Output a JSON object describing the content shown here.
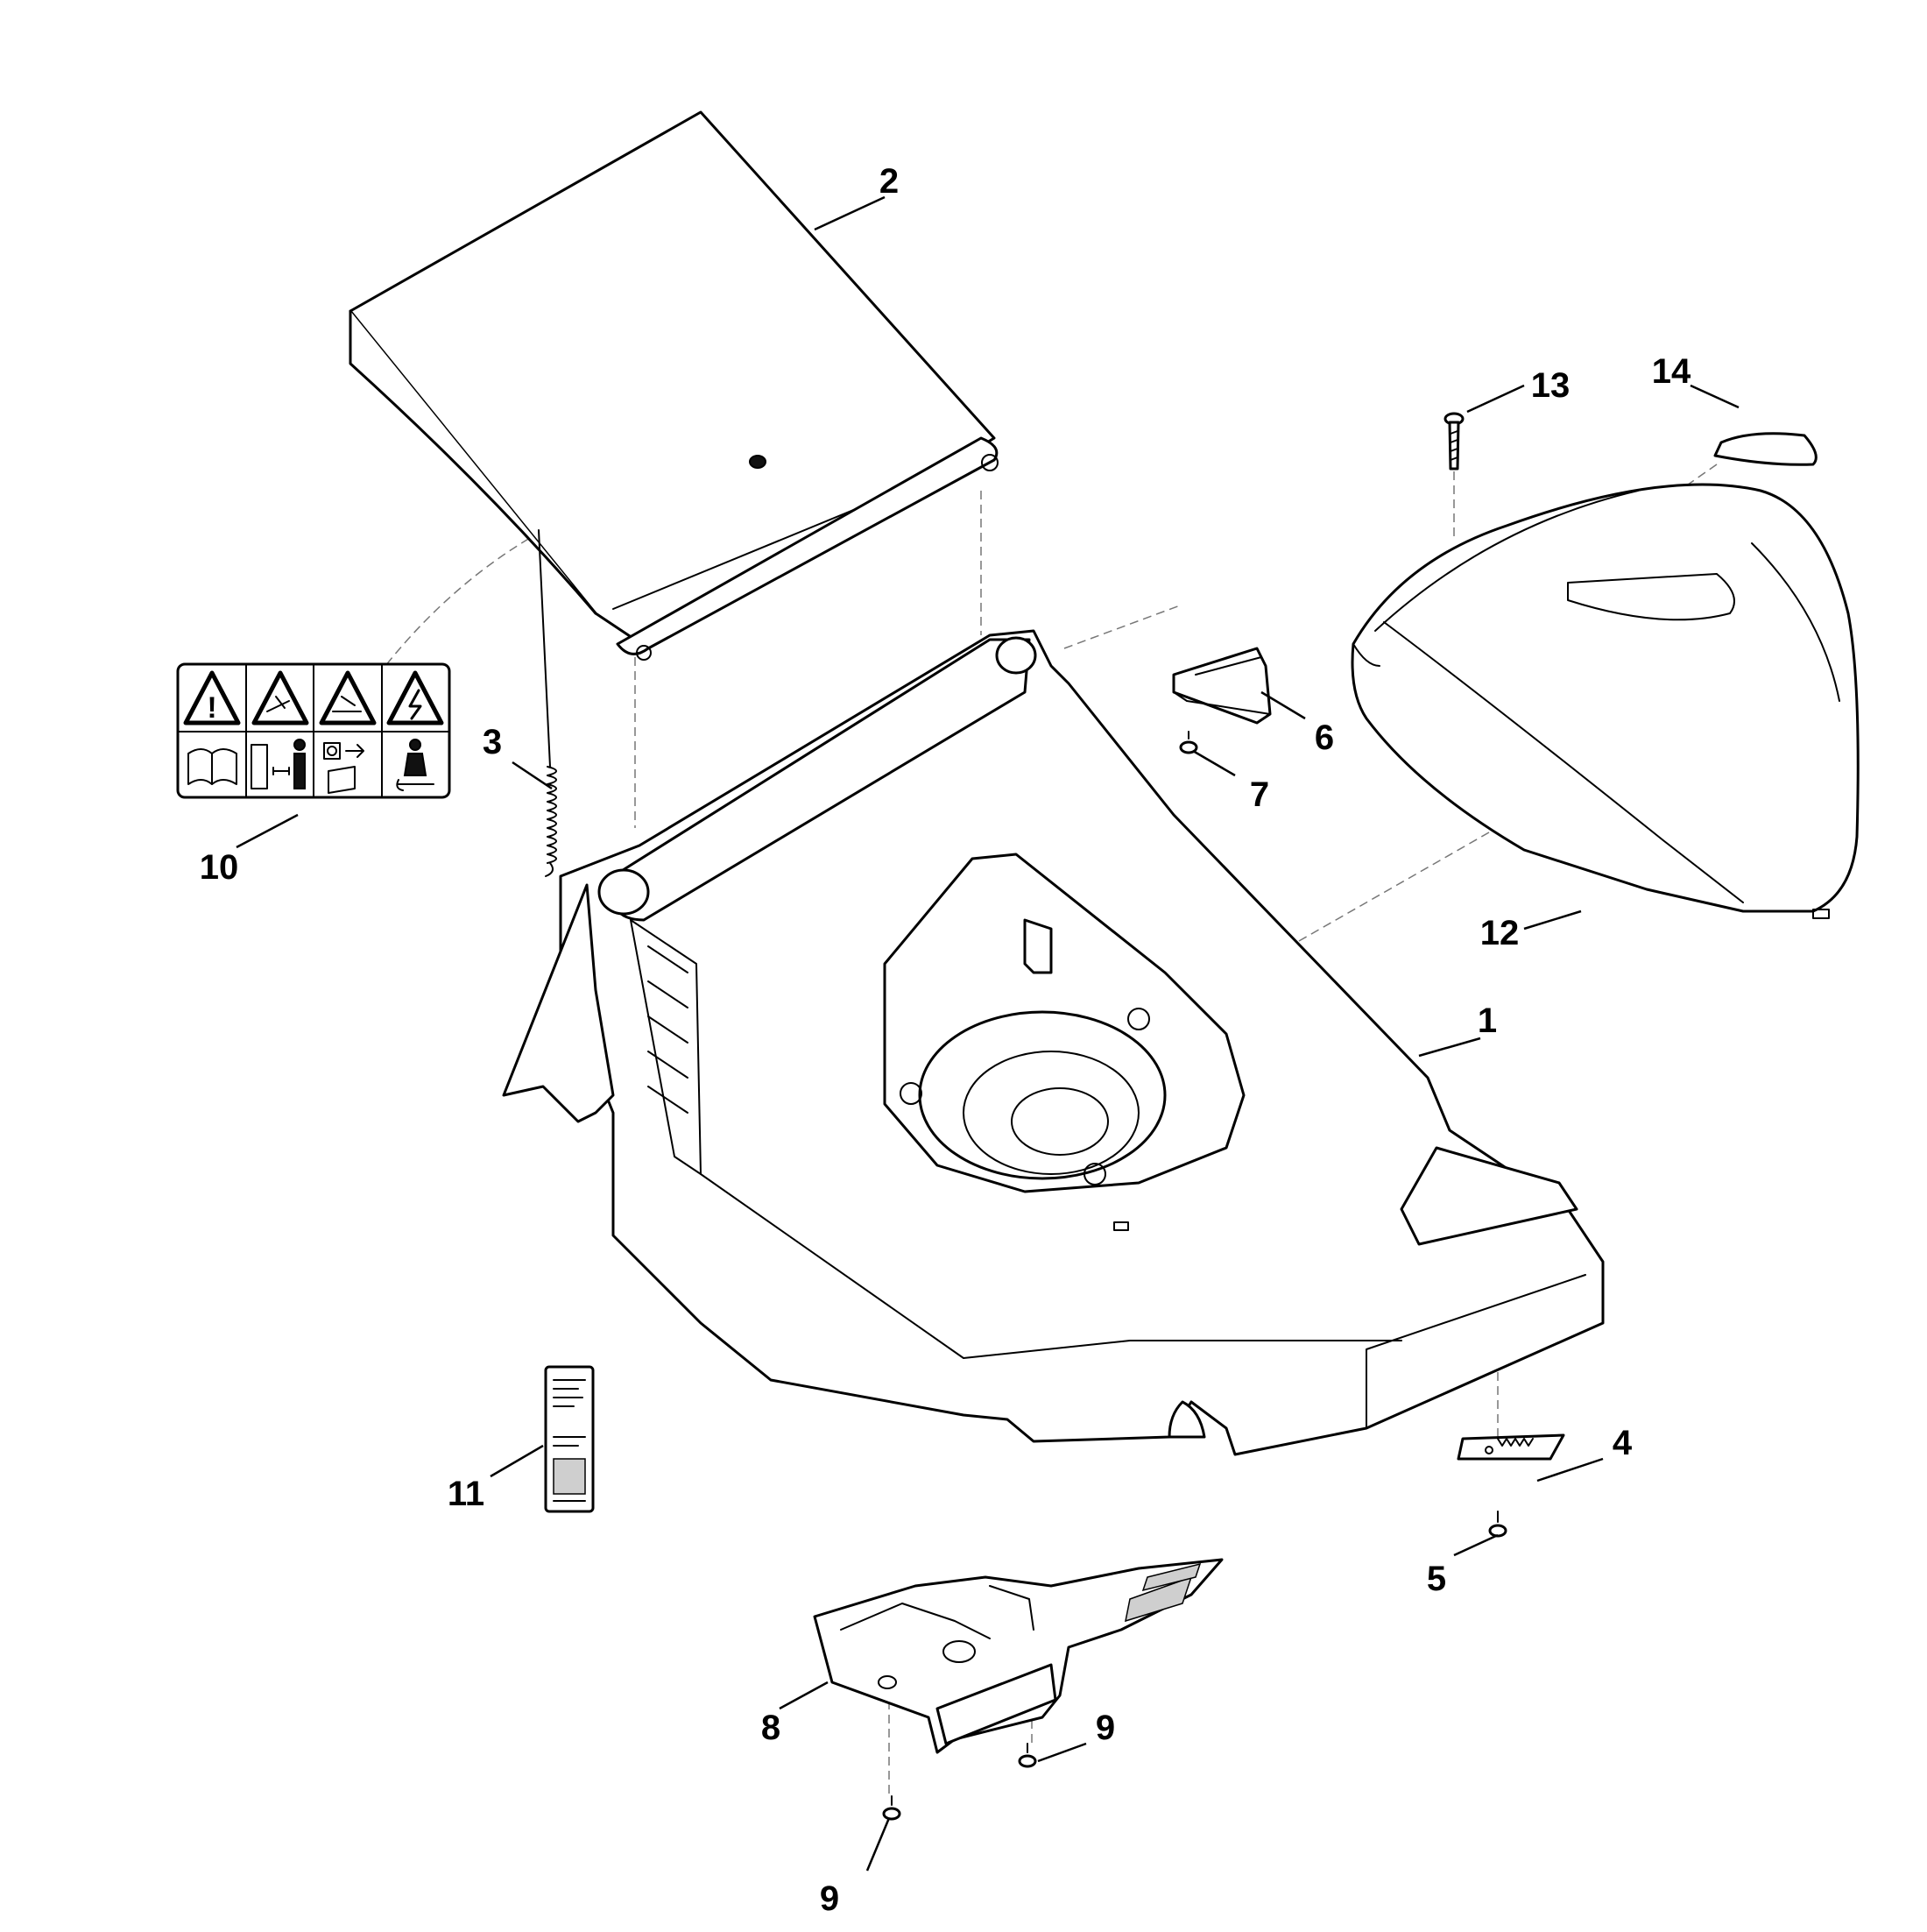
{
  "diagram": {
    "callouts": [
      {
        "id": "1",
        "label": "1"
      },
      {
        "id": "2",
        "label": "2"
      },
      {
        "id": "3",
        "label": "3"
      },
      {
        "id": "4",
        "label": "4"
      },
      {
        "id": "5",
        "label": "5"
      },
      {
        "id": "6",
        "label": "6"
      },
      {
        "id": "7",
        "label": "7"
      },
      {
        "id": "8",
        "label": "8"
      },
      {
        "id": "9a",
        "label": "9"
      },
      {
        "id": "9b",
        "label": "9"
      },
      {
        "id": "10",
        "label": "10"
      },
      {
        "id": "11",
        "label": "11"
      },
      {
        "id": "12",
        "label": "12"
      },
      {
        "id": "13",
        "label": "13"
      },
      {
        "id": "14",
        "label": "14"
      }
    ],
    "decal_icons": [
      "warning-icon",
      "thrown-object-warning-icon",
      "blade-warning-icon",
      "electric-shock-warning-icon",
      "manual-icon",
      "distance-icon",
      "disconnect-plug-icon",
      "operator-icon"
    ]
  }
}
